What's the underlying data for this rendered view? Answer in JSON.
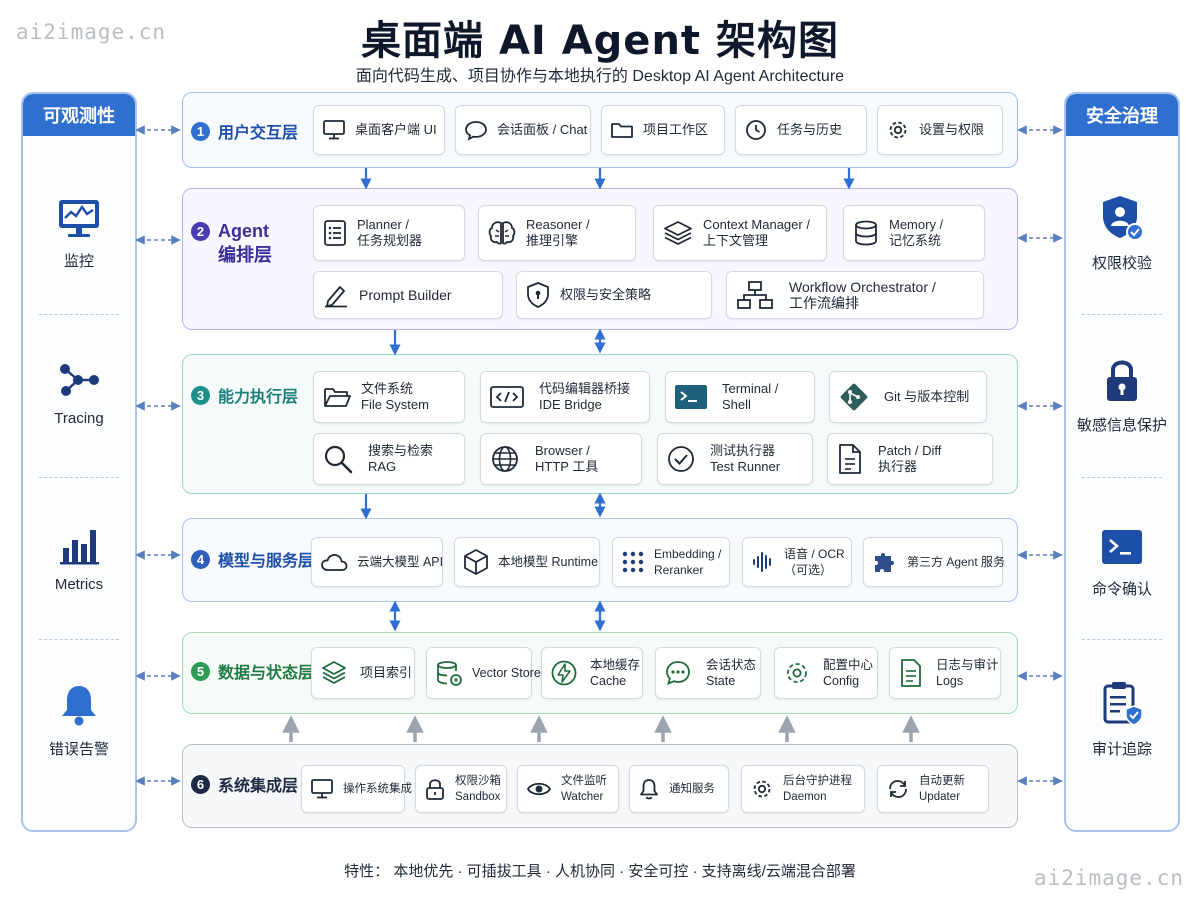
{
  "title": "桌面端 AI Agent 架构图",
  "subtitle": "面向代码生成、项目协作与本地执行的 Desktop AI Agent Architecture",
  "watermark": "ai2image.cn",
  "left_panel": {
    "title": "可观测性",
    "items": [
      {
        "icon": "monitor-chart-icon",
        "label": "监控"
      },
      {
        "icon": "tracing-graph-icon",
        "label": "Tracing"
      },
      {
        "icon": "bar-chart-icon",
        "label": "Metrics"
      },
      {
        "icon": "bell-icon",
        "label": "错误告警"
      }
    ]
  },
  "right_panel": {
    "title": "安全治理",
    "items": [
      {
        "icon": "shield-user-icon",
        "label": "权限校验"
      },
      {
        "icon": "lock-icon",
        "label": "敏感信息保护"
      },
      {
        "icon": "terminal-icon",
        "label": "命令确认"
      },
      {
        "icon": "clipboard-shield-icon",
        "label": "审计追踪"
      }
    ]
  },
  "layers": [
    {
      "num": "1",
      "title": "用户交互层",
      "color": "#2f6fd0",
      "items": [
        {
          "icon": "monitor-icon",
          "line1": "桌面客户端 UI",
          "line2": ""
        },
        {
          "icon": "chat-bubble-icon",
          "line1": "会话面板 / Chat",
          "line2": ""
        },
        {
          "icon": "folder-icon",
          "line1": "项目工作区",
          "line2": ""
        },
        {
          "icon": "clock-icon",
          "line1": "任务与历史",
          "line2": ""
        },
        {
          "icon": "gear-icon",
          "line1": "设置与权限",
          "line2": ""
        }
      ]
    },
    {
      "num": "2",
      "title_line1": "Agent",
      "title_line2": "编排层",
      "color": "#4b3bb3",
      "items": [
        {
          "icon": "checklist-icon",
          "line1": "Planner /",
          "line2": "任务规划器"
        },
        {
          "icon": "brain-icon",
          "line1": "Reasoner /",
          "line2": "推理引擎"
        },
        {
          "icon": "layers-icon",
          "line1": "Context Manager /",
          "line2": "上下文管理"
        },
        {
          "icon": "database-icon",
          "line1": "Memory /",
          "line2": "记忆系统"
        },
        {
          "icon": "pencil-icon",
          "line1": "Prompt Builder",
          "line2": ""
        },
        {
          "icon": "shield-icon",
          "line1": "权限与安全策略",
          "line2": ""
        },
        {
          "icon": "workflow-icon",
          "line1": "Workflow Orchestrator /",
          "line2": "工作流编排"
        }
      ]
    },
    {
      "num": "3",
      "title": "能力执行层",
      "color": "#1f8f8a",
      "items": [
        {
          "icon": "folder-open-icon",
          "line1": "文件系统",
          "line2": "File System"
        },
        {
          "icon": "code-icon",
          "line1": "代码编辑器桥接",
          "line2": "IDE Bridge"
        },
        {
          "icon": "terminal-icon",
          "line1": "Terminal /",
          "line2": "Shell"
        },
        {
          "icon": "git-icon",
          "line1": "Git 与版本控制",
          "line2": ""
        },
        {
          "icon": "search-icon",
          "line1": "搜索与检索",
          "line2": "RAG"
        },
        {
          "icon": "globe-icon",
          "line1": "Browser /",
          "line2": "HTTP 工具"
        },
        {
          "icon": "check-circle-icon",
          "line1": "测试执行器",
          "line2": "Test Runner"
        },
        {
          "icon": "file-diff-icon",
          "line1": "Patch / Diff",
          "line2": "执行器"
        }
      ]
    },
    {
      "num": "4",
      "title": "模型与服务层",
      "color": "#2f5fb8",
      "items": [
        {
          "icon": "cloud-icon",
          "line1": "云端大模型 API",
          "line2": ""
        },
        {
          "icon": "cube-icon",
          "line1": "本地模型 Runtime",
          "line2": ""
        },
        {
          "icon": "dot-grid-icon",
          "line1": "Embedding /",
          "line2": "Reranker"
        },
        {
          "icon": "waveform-icon",
          "line1": "语音 / OCR",
          "line2": "（可选）"
        },
        {
          "icon": "puzzle-icon",
          "line1": "第三方 Agent 服务",
          "line2": ""
        }
      ]
    },
    {
      "num": "5",
      "title": "数据与状态层",
      "color": "#2f9a55",
      "items": [
        {
          "icon": "stack-icon",
          "line1": "项目索引",
          "line2": ""
        },
        {
          "icon": "vector-db-icon",
          "line1": "Vector Store",
          "line2": ""
        },
        {
          "icon": "bolt-icon",
          "line1": "本地缓存",
          "line2": "Cache"
        },
        {
          "icon": "chat-dots-icon",
          "line1": "会话状态",
          "line2": "State"
        },
        {
          "icon": "gear-icon",
          "line1": "配置中心",
          "line2": "Config"
        },
        {
          "icon": "document-icon",
          "line1": "日志与审计",
          "line2": "Logs"
        }
      ]
    },
    {
      "num": "6",
      "title": "系统集成层",
      "color": "#1f2a44",
      "items": [
        {
          "icon": "monitor-icon",
          "line1": "操作系统集成",
          "line2": ""
        },
        {
          "icon": "lock-icon",
          "line1": "权限沙箱",
          "line2": "Sandbox"
        },
        {
          "icon": "eye-icon",
          "line1": "文件监听",
          "line2": "Watcher"
        },
        {
          "icon": "bell-icon",
          "line1": "通知服务",
          "line2": ""
        },
        {
          "icon": "gear-icon",
          "line1": "后台守护进程",
          "line2": "Daemon"
        },
        {
          "icon": "refresh-icon",
          "line1": "自动更新",
          "line2": "Updater"
        }
      ]
    }
  ],
  "footer": "特性： 本地优先 · 可插拔工具 · 人机协同 · 安全可控 · 支持离线/云端混合部署"
}
